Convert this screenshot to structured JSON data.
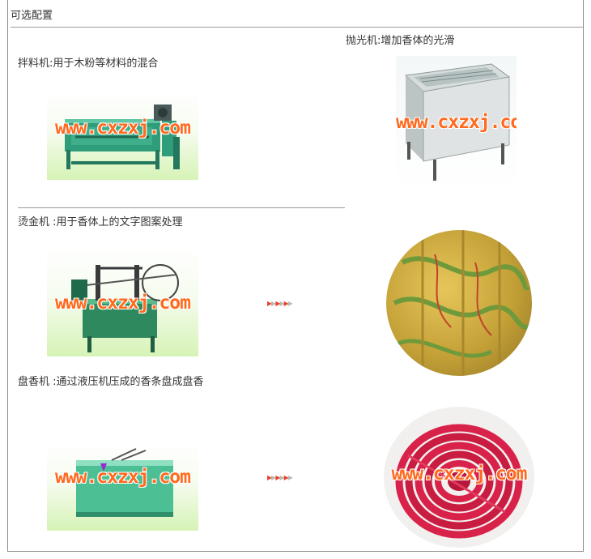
{
  "section": {
    "title": "可选配置"
  },
  "items": [
    {
      "label": "拌料机:用于木粉等材料的混合",
      "watermark": "www.cxzxj.com",
      "icon": "mixer-machine"
    },
    {
      "label": "抛光机:增加香体的光滑",
      "watermark": "www.cxzxj.com",
      "icon": "polishing-machine"
    },
    {
      "label": "烫金机 :用于香体上的文字图案处理",
      "watermark": "www.cxzxj.com",
      "icon": "gilding-machine"
    },
    {
      "label": "盘香机 :通过液压机压成的香条盘成盘香",
      "watermark": "www.cxzxj.com",
      "icon": "coil-incense-machine"
    }
  ],
  "results": [
    {
      "icon": "gold-dragon-incense-photo"
    },
    {
      "icon": "red-coil-incense-photo",
      "watermark": "www.cxzxj.com"
    }
  ],
  "arrow_glyph": "▶",
  "colors": {
    "watermark": "#ff6a1f",
    "machine_green": "#2f9c7a",
    "arrow_red": "#e8442a",
    "border": "#8a8a8a"
  }
}
